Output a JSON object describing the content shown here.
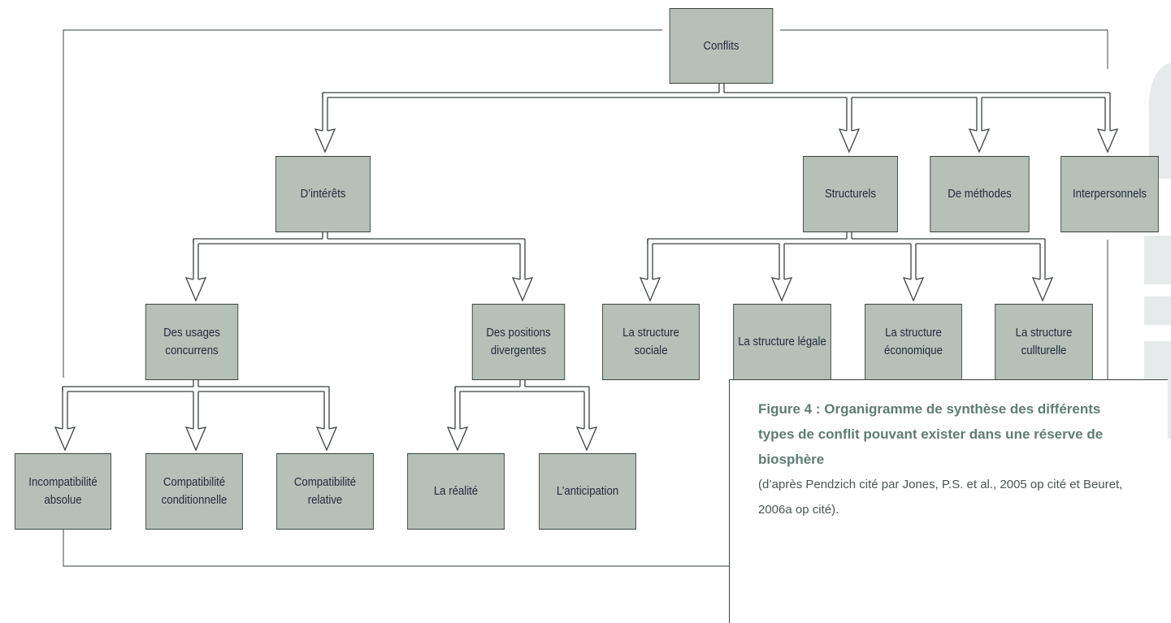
{
  "nodes": {
    "root": "Conflits",
    "interets": "D’intérêts",
    "structurels": "Structurels",
    "methodes": "De méthodes",
    "interpersonnels": "Interpersonnels",
    "usages": "Des usages concurrens",
    "positions": "Des positions divergentes",
    "struct_sociale": "La structure sociale",
    "struct_legale": "La structure légale",
    "struct_economique": "La structure économique",
    "struct_culturelle": "La structure cullturelle",
    "incompat_absolue": "Incompatibilité absolue",
    "compat_conditionnelle": "Compatibilité conditionnelle",
    "compat_relative": "Compatibilité relative",
    "realite": "La réalité",
    "anticipation": "L’anticipation"
  },
  "caption": {
    "title": "Figure 4 : Organigramme de synthèse des différents types de conflit pouvant exister dans une réserve de biosphère",
    "source": "(d’après Pendzich cité par Jones, P.S. et al., 2005 op cité et Beuret, 2006a op cité)."
  },
  "colors": {
    "node_fill": "#b7c0b8",
    "node_border": "#3b4240",
    "node_text": "#1e2a3a",
    "caption_title": "#5f7c74",
    "caption_text": "#4a5654",
    "side_mark": "#e7eaea"
  }
}
